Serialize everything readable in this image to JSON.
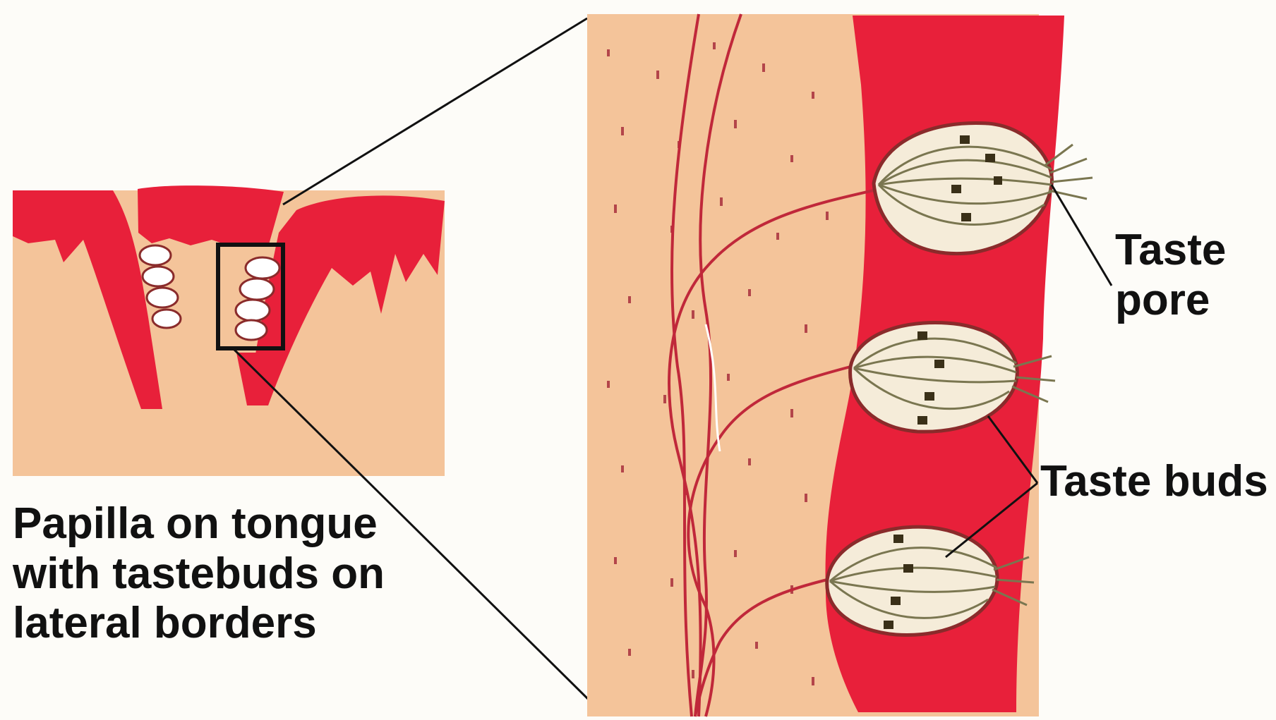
{
  "labels": {
    "papilla_caption": [
      "Papilla on tongue",
      "with tastebuds on",
      "lateral borders"
    ],
    "taste_pore": [
      "Taste",
      "pore"
    ],
    "taste_buds": "Taste buds"
  },
  "colors": {
    "background": "#fdfcf8",
    "tissue": "#f4c49a",
    "epithelium": "#e8203a",
    "nerve": "#c0283a",
    "bud_fill": "#f5ecd9",
    "bud_cell": "#7a7650",
    "outline": "#111111"
  },
  "icons": {
    "taste_bud": "taste-bud-icon",
    "nerve_fiber": "nerve-fiber-icon"
  }
}
